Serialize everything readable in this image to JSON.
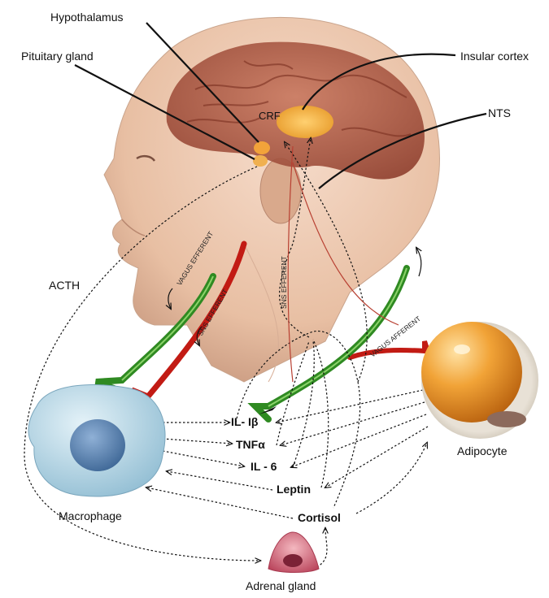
{
  "labels": {
    "hypothalamus": "Hypothalamus",
    "pituitary": "Pituitary gland",
    "insular": "Insular cortex",
    "nts": "NTS",
    "crf": "CRF",
    "acth": "ACTH",
    "macrophage": "Macrophage",
    "adipocyte": "Adipocyte",
    "adrenal": "Adrenal gland"
  },
  "pathways": {
    "vagus_efferent": "VAGUS EFFERENT",
    "sns_efferent_left": "SNS EFFERENT",
    "sns_efferent_mid": "SNS EFFERENT",
    "vagus_afferent": "VAGUS AFFERENT"
  },
  "mediators": [
    "IL- Iβ",
    "TNFα",
    "IL - 6",
    "Leptin",
    "Cortisol"
  ],
  "colors": {
    "vagus": "#3aa12a",
    "sns": "#d8261c",
    "brain": "#b2553e",
    "skin": "#e9c4a8",
    "macrophage": "#a9cfe0",
    "nucleus": "#5d86b4",
    "adipocyte": "#f0a838",
    "adrenal": "#d56a78"
  }
}
